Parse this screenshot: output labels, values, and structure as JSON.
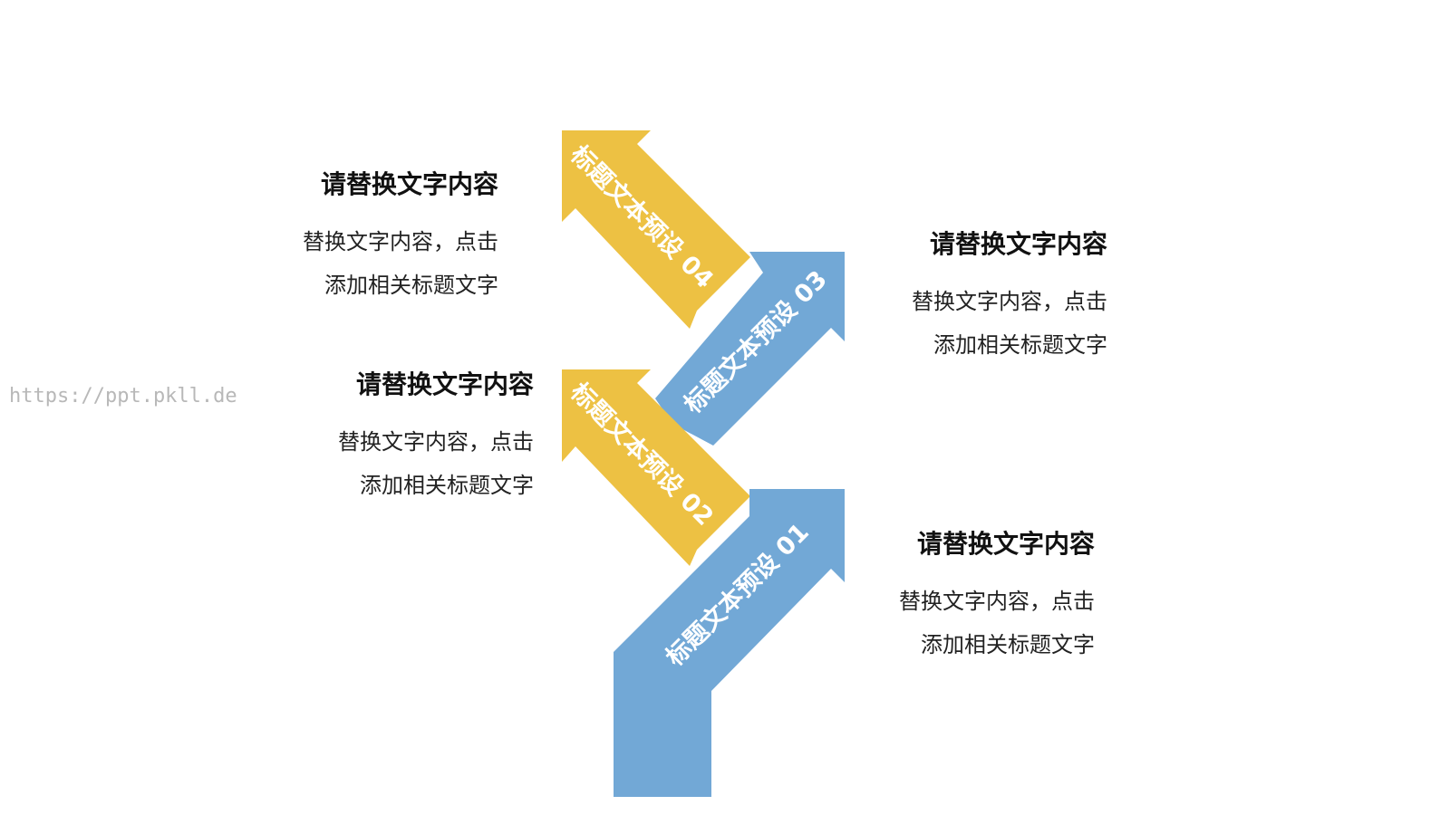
{
  "watermark": "https://ppt.pkll.de",
  "colors": {
    "blue": "#72A8D6",
    "yellow": "#EDC143",
    "white": "#FFFFFF"
  },
  "arrows": [
    {
      "label": "标题文本预设 01",
      "color": "blue"
    },
    {
      "label": "标题文本预设 02",
      "color": "yellow"
    },
    {
      "label": "标题文本预设 03",
      "color": "blue"
    },
    {
      "label": "标题文本预设 04",
      "color": "yellow"
    }
  ],
  "steps": [
    {
      "title": "请替换文字内容",
      "line1": "替换文字内容，点击",
      "line2": "添加相关标题文字"
    },
    {
      "title": "请替换文字内容",
      "line1": "替换文字内容，点击",
      "line2": "添加相关标题文字"
    },
    {
      "title": "请替换文字内容",
      "line1": "替换文字内容，点击",
      "line2": "添加相关标题文字"
    },
    {
      "title": "请替换文字内容",
      "line1": "替换文字内容，点击",
      "line2": "添加相关标题文字"
    }
  ]
}
